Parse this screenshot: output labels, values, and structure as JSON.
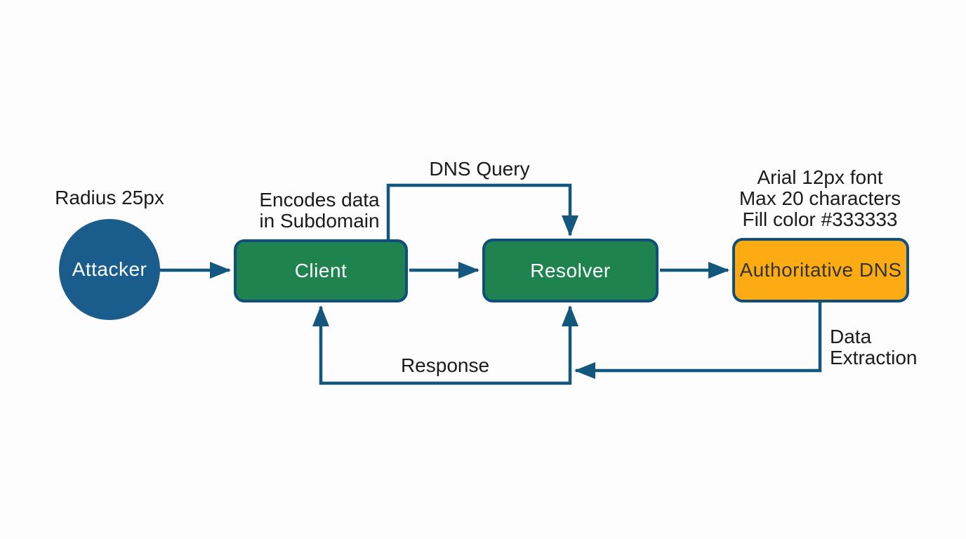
{
  "colors": {
    "bg": "#fdfdfd",
    "line": "#14577e",
    "node_blue": "#1a5c8c",
    "node_green": "#1f8350",
    "node_orange": "#fcab12",
    "box_border": "#0f4f7a",
    "text_dark": "#1b1b1b",
    "text_light": "#ffffff",
    "auth_text": "#333333"
  },
  "nodes": {
    "attacker": {
      "label": "Attacker",
      "shape": "circle",
      "annotation": [
        "Radius 25px"
      ]
    },
    "client": {
      "label": "Client",
      "annotation": [
        "Encodes data",
        "in Subdomain"
      ]
    },
    "resolver": {
      "label": "Resolver"
    },
    "authoritative_dns": {
      "label": "Authoritative DNS",
      "annotation": [
        "Arial 12px font",
        "Max 20 characters",
        "Fill color #333333"
      ]
    }
  },
  "edges": {
    "attacker_to_client": {
      "label": ""
    },
    "client_to_resolver": {
      "label": ""
    },
    "resolver_to_authoritative": {
      "label": ""
    },
    "dns_query": {
      "label": "DNS Query"
    },
    "response": {
      "label": "Response"
    },
    "data_extraction": {
      "label": [
        "Data",
        "Extraction"
      ]
    }
  }
}
